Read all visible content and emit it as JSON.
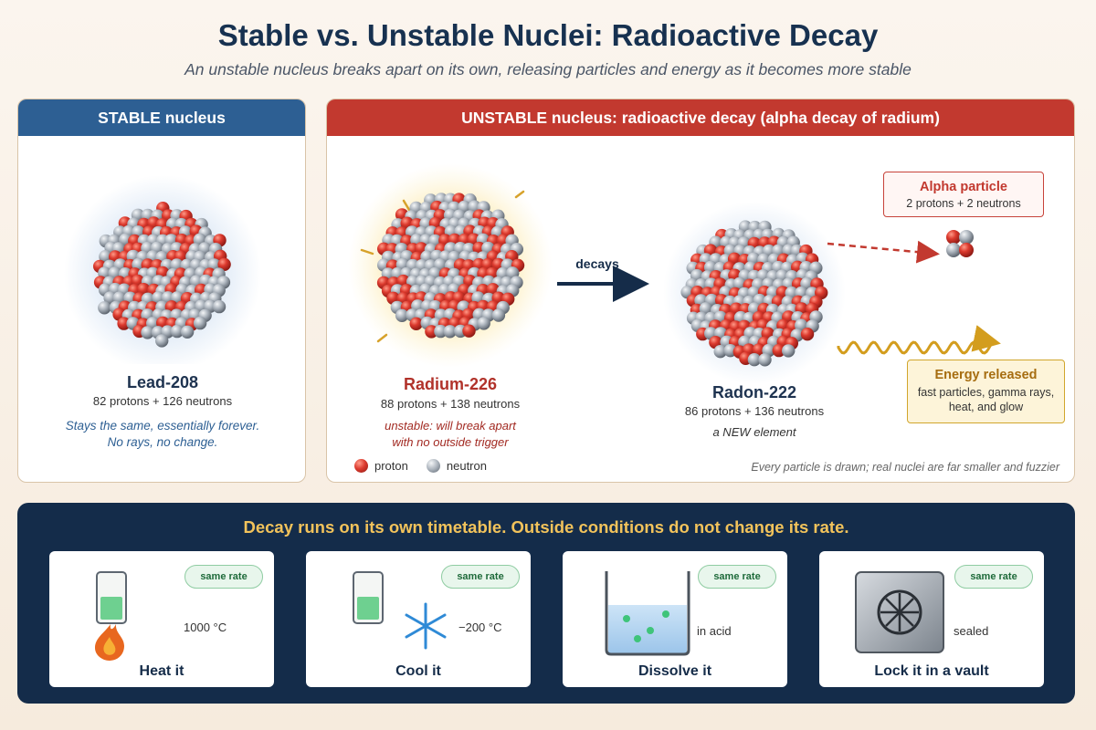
{
  "title": "Stable vs. Unstable Nuclei: Radioactive Decay",
  "subtitle": "An unstable nucleus breaks apart on its own, releasing particles and energy as it becomes more stable",
  "stable_panel": {
    "header": "STABLE nucleus",
    "name": "Lead-208",
    "composition": "82 protons + 126 neutrons",
    "note_line1": "Stays the same, essentially forever.",
    "note_line2": "No rays, no change."
  },
  "unstable_panel": {
    "header": "UNSTABLE nucleus: radioactive decay (alpha decay of radium)",
    "parent": {
      "name": "Radium-226",
      "composition": "88 protons + 138 neutrons",
      "note_line1": "unstable: will break apart",
      "note_line2": "with no outside trigger"
    },
    "arrow_label": "decays",
    "daughter": {
      "name": "Radon-222",
      "composition": "86 protons + 136 neutrons",
      "note": "a NEW element"
    },
    "alpha": {
      "title": "Alpha particle",
      "subtitle": "2 protons + 2 neutrons"
    },
    "energy": {
      "title": "Energy released",
      "subtitle": "fast particles, gamma rays, heat, and glow"
    },
    "legend": {
      "proton": "proton",
      "neutron": "neutron"
    },
    "footnote": "Every particle is drawn; real nuclei are far smaller and fuzzier"
  },
  "bottom": {
    "title": "Decay runs on its own timetable. Outside conditions do not change its rate.",
    "badge": "same rate",
    "cards": [
      {
        "label": "Heat it",
        "value": "1000 °C",
        "icon": "flame-icon"
      },
      {
        "label": "Cool it",
        "value": "−200 °C",
        "icon": "snowflake-icon"
      },
      {
        "label": "Dissolve it",
        "value": "in acid",
        "icon": "beaker-icon"
      },
      {
        "label": "Lock it in a vault",
        "value": "sealed",
        "icon": "vault-icon"
      }
    ]
  },
  "colors": {
    "proton": "#d8372c",
    "neutron": "#a9b1bb",
    "stable_header": "#2d5f93",
    "unstable_header": "#c2392f",
    "bottom_bg": "#142c4a",
    "bottom_title": "#f2c35b"
  }
}
